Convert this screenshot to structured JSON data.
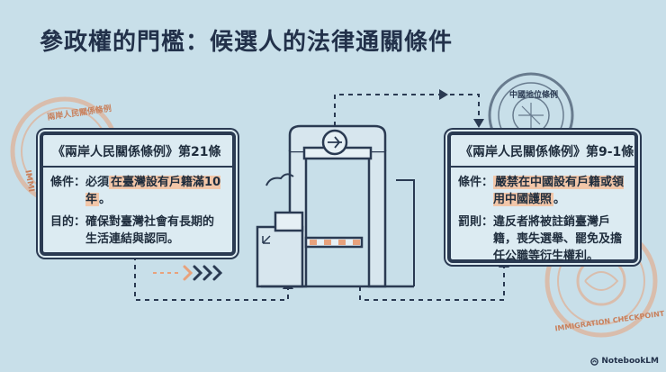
{
  "title": "參政權的門檻：候選人的法律通關條件",
  "left_card": {
    "header": "《兩岸人民關係條例》第21條",
    "condition_label": "條件：",
    "condition_pre": "必須",
    "condition_highlight": "在臺灣設有戶籍滿10年",
    "condition_post": "。",
    "purpose_label": "目的：",
    "purpose_text": "確保對臺灣社會有長期的生活連結與認同。"
  },
  "right_card": {
    "header": "《兩岸人民關係條例》第9-1條",
    "condition_label": "條件：",
    "condition_highlight": "嚴禁在中國設有戶籍或領用中國護照",
    "condition_post": "。",
    "penalty_label": "罰則：",
    "penalty_text": "違反者將被註銷臺灣戶籍，喪失選舉、罷免及擔任公職等衍生權利。"
  },
  "stamps": {
    "left_top": "兩岸人民關係條例",
    "left_side": "IMMI",
    "right_top": "中國地位條例",
    "right_bottom": "IMMIGRATION CHECKPOINT"
  },
  "brand": "NotebookLM",
  "colors": {
    "background": "#c8dfe9",
    "ink": "#2a3a52",
    "highlight": "#f2c6a8",
    "stamp": "#e8a27c"
  }
}
